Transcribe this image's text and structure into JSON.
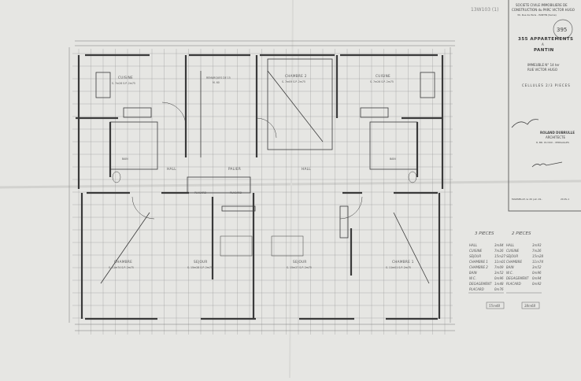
{
  "archive_ref": "13W103 (1)",
  "title_block": {
    "client_line1": "SOCIETE CIVILE IMMOBILIERE DE",
    "client_line2": "CONSTRUCTION du PARC VICTOR HUGO",
    "client_line3": "30, Rue de Paris - PANTIN (Seine)",
    "stamp_number": "395",
    "project": "355 APPARTEMENTS",
    "project_a": "A",
    "project_city": "PANTIN",
    "building": "IMMEUBLE N° 14 ter",
    "street": "RUE VICTOR HUGO",
    "subject": "CELLULES 2/3 PIECES",
    "architect_name": "ROLAND DUBRULLE",
    "architect_title": "ARCHITECTE",
    "architect_address": "8, BD. DU ROI - VERSAILLES",
    "date_line": "MARSEILLE, le 20 juin 19..",
    "drawing_ref": "20.PL.1"
  },
  "rooms": {
    "cuisine_left": "CUISINE",
    "cuisine_left_area": "S. 7m26  S.P. 2m75",
    "stair": "REMARQUES DE 15",
    "stair_note": "M. 60",
    "chambre2": "CHAMBRE 2",
    "chambre2_area": "S. 7m09  S.P. 2m75",
    "cuisine_right": "CUISINE",
    "cuisine_right_area": "S. 7m26  S.P. 2m75",
    "bain_left": "BAIN",
    "bain_right": "BAIN",
    "hall_left": "HALL",
    "palier": "PALIER",
    "hall_right": "HALL",
    "placard1": "PLACARD",
    "placard2": "PLACARD",
    "chambre_left": "CHAMBRE",
    "chambre_left_area": "S. 11m74  S.P. 2m75",
    "sejour_left": "SEJOUR",
    "sejour_left_area": "S. 15m28  S.P. 2m75",
    "sejour_right": "SEJOUR",
    "sejour_right_area": "S. 15m27  S.P. 2m75",
    "chambre1": "CHAMBRE 1",
    "chambre1_area": "S. 11m01  S.P. 2m75"
  },
  "areas_table": {
    "three_rooms": {
      "heading": "3 PIECES",
      "rows": [
        {
          "room": "HALL",
          "area": "3m84"
        },
        {
          "room": "CUISINE",
          "area": "7m26"
        },
        {
          "room": "SEJOUR",
          "area": "15m27"
        },
        {
          "room": "CHAMBRE 1",
          "area": "11m01"
        },
        {
          "room": "CHAMBRE 2",
          "area": "7m09"
        },
        {
          "room": "BAIN",
          "area": "3m52"
        },
        {
          "room": "W.C.",
          "area": "0m96"
        },
        {
          "room": "DEGAGEMENT",
          "area": "1m48"
        },
        {
          "room": "PLACARD",
          "area": "0m76"
        }
      ],
      "total": "55m48"
    },
    "two_rooms": {
      "heading": "2 PIECES",
      "rows": [
        {
          "room": "HALL",
          "area": "3m93"
        },
        {
          "room": "CUISINE",
          "area": "7m26"
        },
        {
          "room": "SEJOUR",
          "area": "15m28"
        },
        {
          "room": "CHAMBRE",
          "area": "11m74"
        },
        {
          "room": "BAIN",
          "area": "3m52"
        },
        {
          "room": "W.C.",
          "area": "0m96"
        },
        {
          "room": "DEGAGEMENT",
          "area": "0m94"
        },
        {
          "room": "PLACARD",
          "area": "0m92"
        }
      ],
      "total": "38m68"
    }
  },
  "colors": {
    "paper": "#e6e6e3",
    "ink": "#555555",
    "wall": "#3a3a3a"
  }
}
